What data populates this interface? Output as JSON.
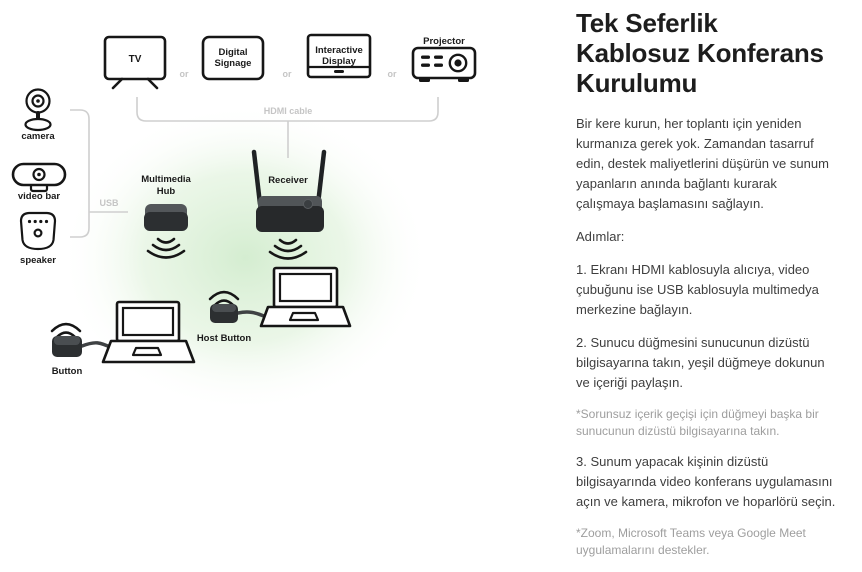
{
  "diagram": {
    "labels": {
      "tv": "TV",
      "or": "or",
      "digital_signage_line1": "Digital",
      "digital_signage_line2": "Signage",
      "interactive_display_line1": "Interactive",
      "interactive_display_line2": "Display",
      "projector": "Projector",
      "hdmi_cable": "HDMI cable",
      "usb": "USB",
      "camera": "camera",
      "video_bar": "video bar",
      "speaker": "speaker",
      "multimedia_hub_line1": "Multimedia",
      "multimedia_hub_line2": "Hub",
      "receiver": "Receiver",
      "host_button": "Host Button",
      "button": "Button"
    },
    "colors": {
      "outline": "#161616",
      "muted_line": "#cfcfcf",
      "muted_text": "#c5c5c5",
      "device_dark": "#2c2f31",
      "device_light": "#515558",
      "green_glow": "#d5eed1"
    }
  },
  "content": {
    "title": "Tek Seferlik Kablosuz Konferans Kurulumu",
    "intro": "Bir kere kurun, her toplantı için yeniden kurmanıza gerek yok. Zamandan tasarruf edin, destek maliyetlerini düşürün ve sunum yapanların anında bağlantı kurarak çalışmaya başlamasını sağlayın.",
    "steps_heading": "Adımlar:",
    "steps": [
      "1. Ekranı HDMI kablosuyla alıcıya, video çubuğunu ise USB kablosuyla multimedya merkezine bağlayın.",
      "2. Sunucu düğmesini sunucunun dizüstü bilgisayarına takın, yeşil düğmeye dokunun ve içeriği paylaşın.",
      "3. Sunum yapacak kişinin dizüstü bilgisayarında video konferans uygulamasını açın ve kamera, mikrofon ve hoparlörü seçin."
    ],
    "notes": [
      "*Sorunsuz içerik geçişi için düğmeyi başka bir sunucunun dizüstü bilgisayarına takın.",
      "*Zoom, Microsoft Teams veya Google Meet uygulamalarını destekler."
    ]
  }
}
